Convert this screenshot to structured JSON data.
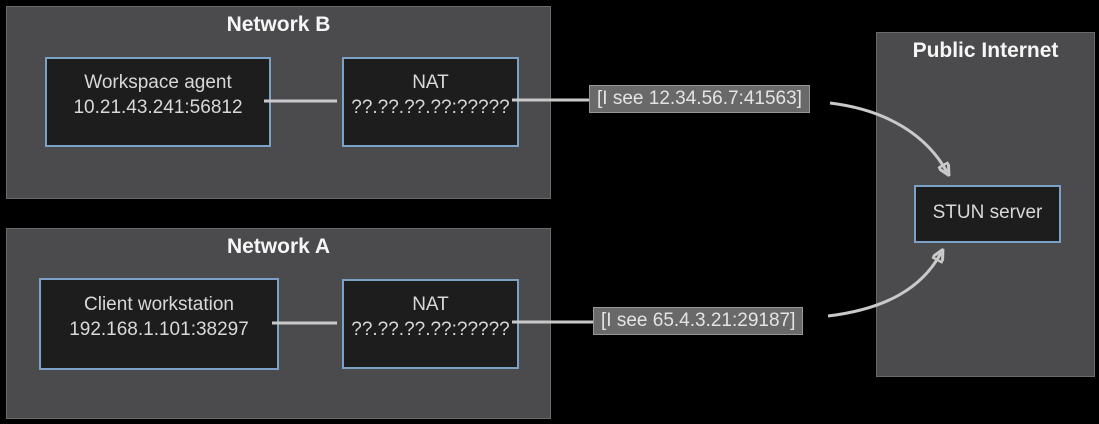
{
  "networks": {
    "network_b": {
      "title": "Network B",
      "nodes": {
        "workspace_agent": {
          "name": "Workspace agent",
          "address": "10.21.43.241:56812"
        },
        "nat": {
          "name": "NAT",
          "address": "??.??.??.??:?????"
        }
      }
    },
    "network_a": {
      "title": "Network A",
      "nodes": {
        "client_workstation": {
          "name": "Client workstation",
          "address": "192.168.1.101:38297"
        },
        "nat": {
          "name": "NAT",
          "address": "??.??.??.??:?????"
        }
      }
    },
    "public_internet": {
      "title": "Public Internet",
      "nodes": {
        "stun_server": {
          "name": "STUN server"
        }
      }
    }
  },
  "edge_labels": {
    "agent_observed": "[I see 12.34.56.7:41563]",
    "client_observed": "[I see 65.4.3.21:29187]"
  },
  "colors": {
    "background": "#000000",
    "container_fill": "#4B4B4D",
    "container_border": "#6A6A6C",
    "node_fill": "#1D1D1D",
    "node_border": "#7CA1C6",
    "node_text": "#D8D8D8",
    "title_text": "#F6F6F6",
    "edge_line": "#C9C9C9",
    "edge_label_fill": "#696969",
    "edge_label_border": "#989898",
    "edge_label_text": "#E4E4E4"
  }
}
